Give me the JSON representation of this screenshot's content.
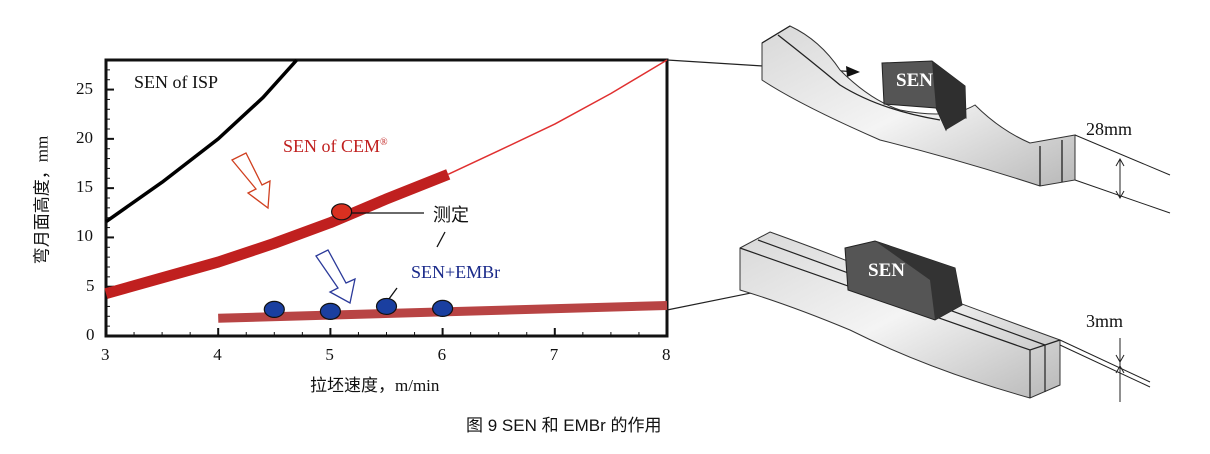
{
  "chart_data": {
    "type": "line",
    "title": "",
    "xlabel": "拉坯速度，m/min",
    "ylabel": "弯月面高度，mm",
    "xlim": [
      3,
      8
    ],
    "ylim": [
      0,
      28
    ],
    "xticks": [
      "3",
      "4",
      "5",
      "6",
      "7",
      "8"
    ],
    "yticks": [
      "0",
      "5",
      "10",
      "15",
      "20",
      "25"
    ],
    "grid": false,
    "series": [
      {
        "name": "SEN of  ISP",
        "color": "#000000",
        "x": [
          3,
          3.5,
          4,
          4.4,
          4.7
        ],
        "y": [
          11.6,
          15.6,
          20,
          24.2,
          28
        ]
      },
      {
        "name": "SEN of CEM",
        "color": "#c0201f",
        "x": [
          3,
          3.5,
          4,
          4.5,
          5,
          5.5,
          6.05
        ],
        "y": [
          4.3,
          5.9,
          7.5,
          9.4,
          11.5,
          13.9,
          16.4
        ]
      },
      {
        "name": "SEN of CEM (extrapolated)",
        "color": "#e03030",
        "x": [
          6.05,
          6.5,
          7,
          7.5,
          8
        ],
        "y": [
          16.4,
          18.8,
          21.5,
          24.6,
          28
        ]
      },
      {
        "name": "SEN+EMBr",
        "color": "#b84444",
        "x": [
          4,
          8
        ],
        "y": [
          1.8,
          3.1
        ]
      }
    ],
    "points": [
      {
        "name": "测定",
        "color": "#d93020",
        "x": 5.1,
        "y": 12.6
      },
      {
        "name": "SEN+EMBr",
        "color": "#1a3fa0",
        "x": 4.5,
        "y": 2.7
      },
      {
        "name": "SEN+EMBr",
        "color": "#1a3fa0",
        "x": 5.0,
        "y": 2.5
      },
      {
        "name": "SEN+EMBr",
        "color": "#1a3fa0",
        "x": 5.5,
        "y": 3.0
      },
      {
        "name": "SEN+EMBr",
        "color": "#1a3fa0",
        "x": 6.0,
        "y": 2.8
      }
    ],
    "annotations": {
      "isp": "SEN of  ISP",
      "cem": "SEN of CEM",
      "cem_sup": "®",
      "measured": "测定",
      "embr": "SEN+EMBr"
    }
  },
  "figure": {
    "top_sen": "SEN",
    "bottom_sen": "SEN",
    "top_height": "28mm",
    "bottom_height": "3mm",
    "caption": "图 9   SEN 和 EMBr 的作用"
  }
}
